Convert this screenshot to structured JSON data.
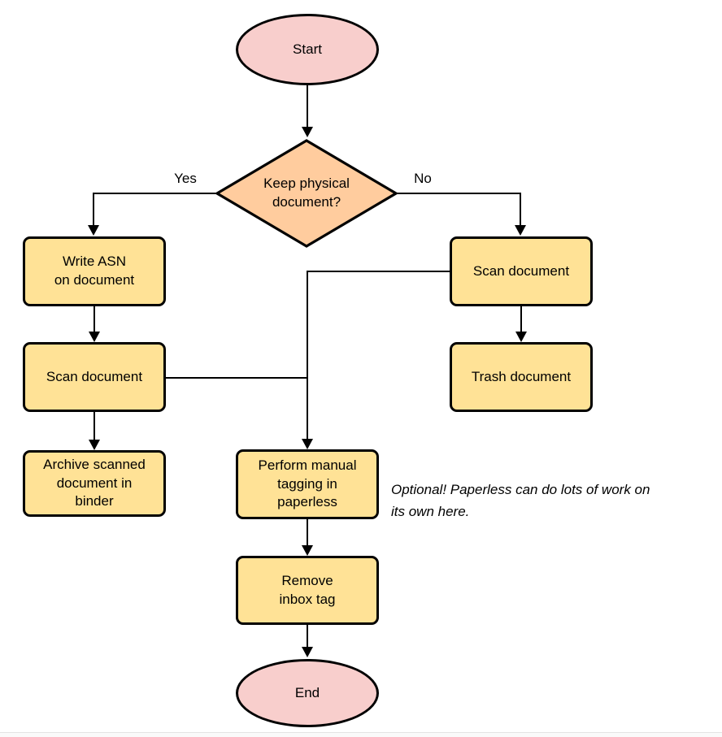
{
  "colors": {
    "terminal_fill": "#f8cecc",
    "decision_fill": "#ffcc9e",
    "process_fill": "#ffe296",
    "stroke": "#000000"
  },
  "nodes": {
    "start": {
      "label": "Start"
    },
    "decision": {
      "label": "Keep physical\ndocument?"
    },
    "write_asn": {
      "label": "Write ASN\non document"
    },
    "scan_left": {
      "label": "Scan document"
    },
    "archive": {
      "label": "Archive scanned\ndocument in\nbinder"
    },
    "scan_right": {
      "label": "Scan document"
    },
    "trash": {
      "label": "Trash document"
    },
    "perform_tagging": {
      "label": "Perform manual\ntagging in\npaperless"
    },
    "remove_inbox": {
      "label": "Remove\ninbox tag"
    },
    "end": {
      "label": "End"
    }
  },
  "edges": {
    "yes_label": "Yes",
    "no_label": "No",
    "connections": [
      "start -> decision",
      "decision -Yes-> write_asn",
      "decision -No-> scan_right",
      "write_asn -> scan_left",
      "scan_left -> archive",
      "scan_left -> perform_tagging",
      "scan_right -> trash",
      "scan_right -> perform_tagging",
      "perform_tagging -> remove_inbox",
      "remove_inbox -> end"
    ]
  },
  "annotation": {
    "text": "Optional! Paperless can do lots of work on\nits own here."
  }
}
